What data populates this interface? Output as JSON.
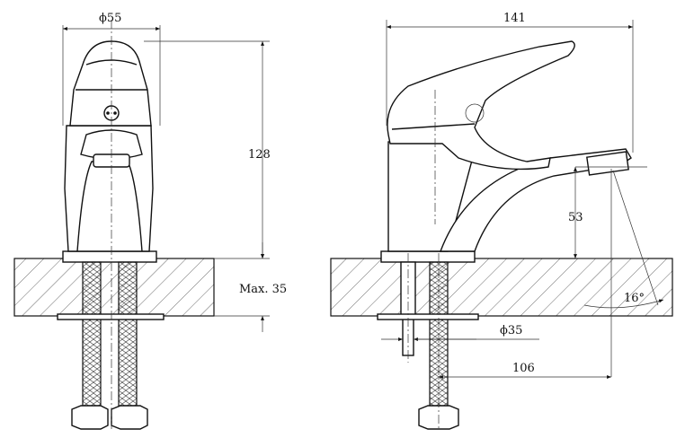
{
  "dimensions": {
    "diameter_top": "ϕ55",
    "height": "128",
    "max_deck": "Max. 35",
    "width": "141",
    "spout_height": "53",
    "angle": "16°",
    "diameter_shank": "ϕ35",
    "reach": "106"
  },
  "colors": {
    "line": "#111111",
    "background": "#ffffff"
  }
}
